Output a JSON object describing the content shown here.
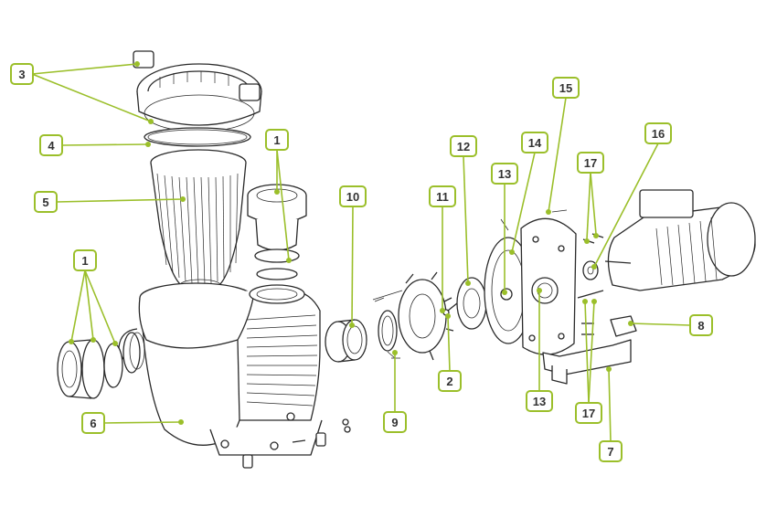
{
  "diagram": {
    "accent_color": "#9bbf2a",
    "ink_color": "#2a2a2a",
    "callouts": [
      {
        "id": "c3",
        "label": "3"
      },
      {
        "id": "c4",
        "label": "4"
      },
      {
        "id": "c5",
        "label": "5"
      },
      {
        "id": "c1a",
        "label": "1"
      },
      {
        "id": "c1b",
        "label": "1"
      },
      {
        "id": "c6",
        "label": "6"
      },
      {
        "id": "c10",
        "label": "10"
      },
      {
        "id": "c9",
        "label": "9"
      },
      {
        "id": "c11",
        "label": "11"
      },
      {
        "id": "c2",
        "label": "2"
      },
      {
        "id": "c12",
        "label": "12"
      },
      {
        "id": "c13a",
        "label": "13"
      },
      {
        "id": "c13b",
        "label": "13"
      },
      {
        "id": "c14",
        "label": "14"
      },
      {
        "id": "c15",
        "label": "15"
      },
      {
        "id": "c17a",
        "label": "17"
      },
      {
        "id": "c17b",
        "label": "17"
      },
      {
        "id": "c16",
        "label": "16"
      },
      {
        "id": "c8",
        "label": "8"
      },
      {
        "id": "c7",
        "label": "7"
      }
    ]
  }
}
